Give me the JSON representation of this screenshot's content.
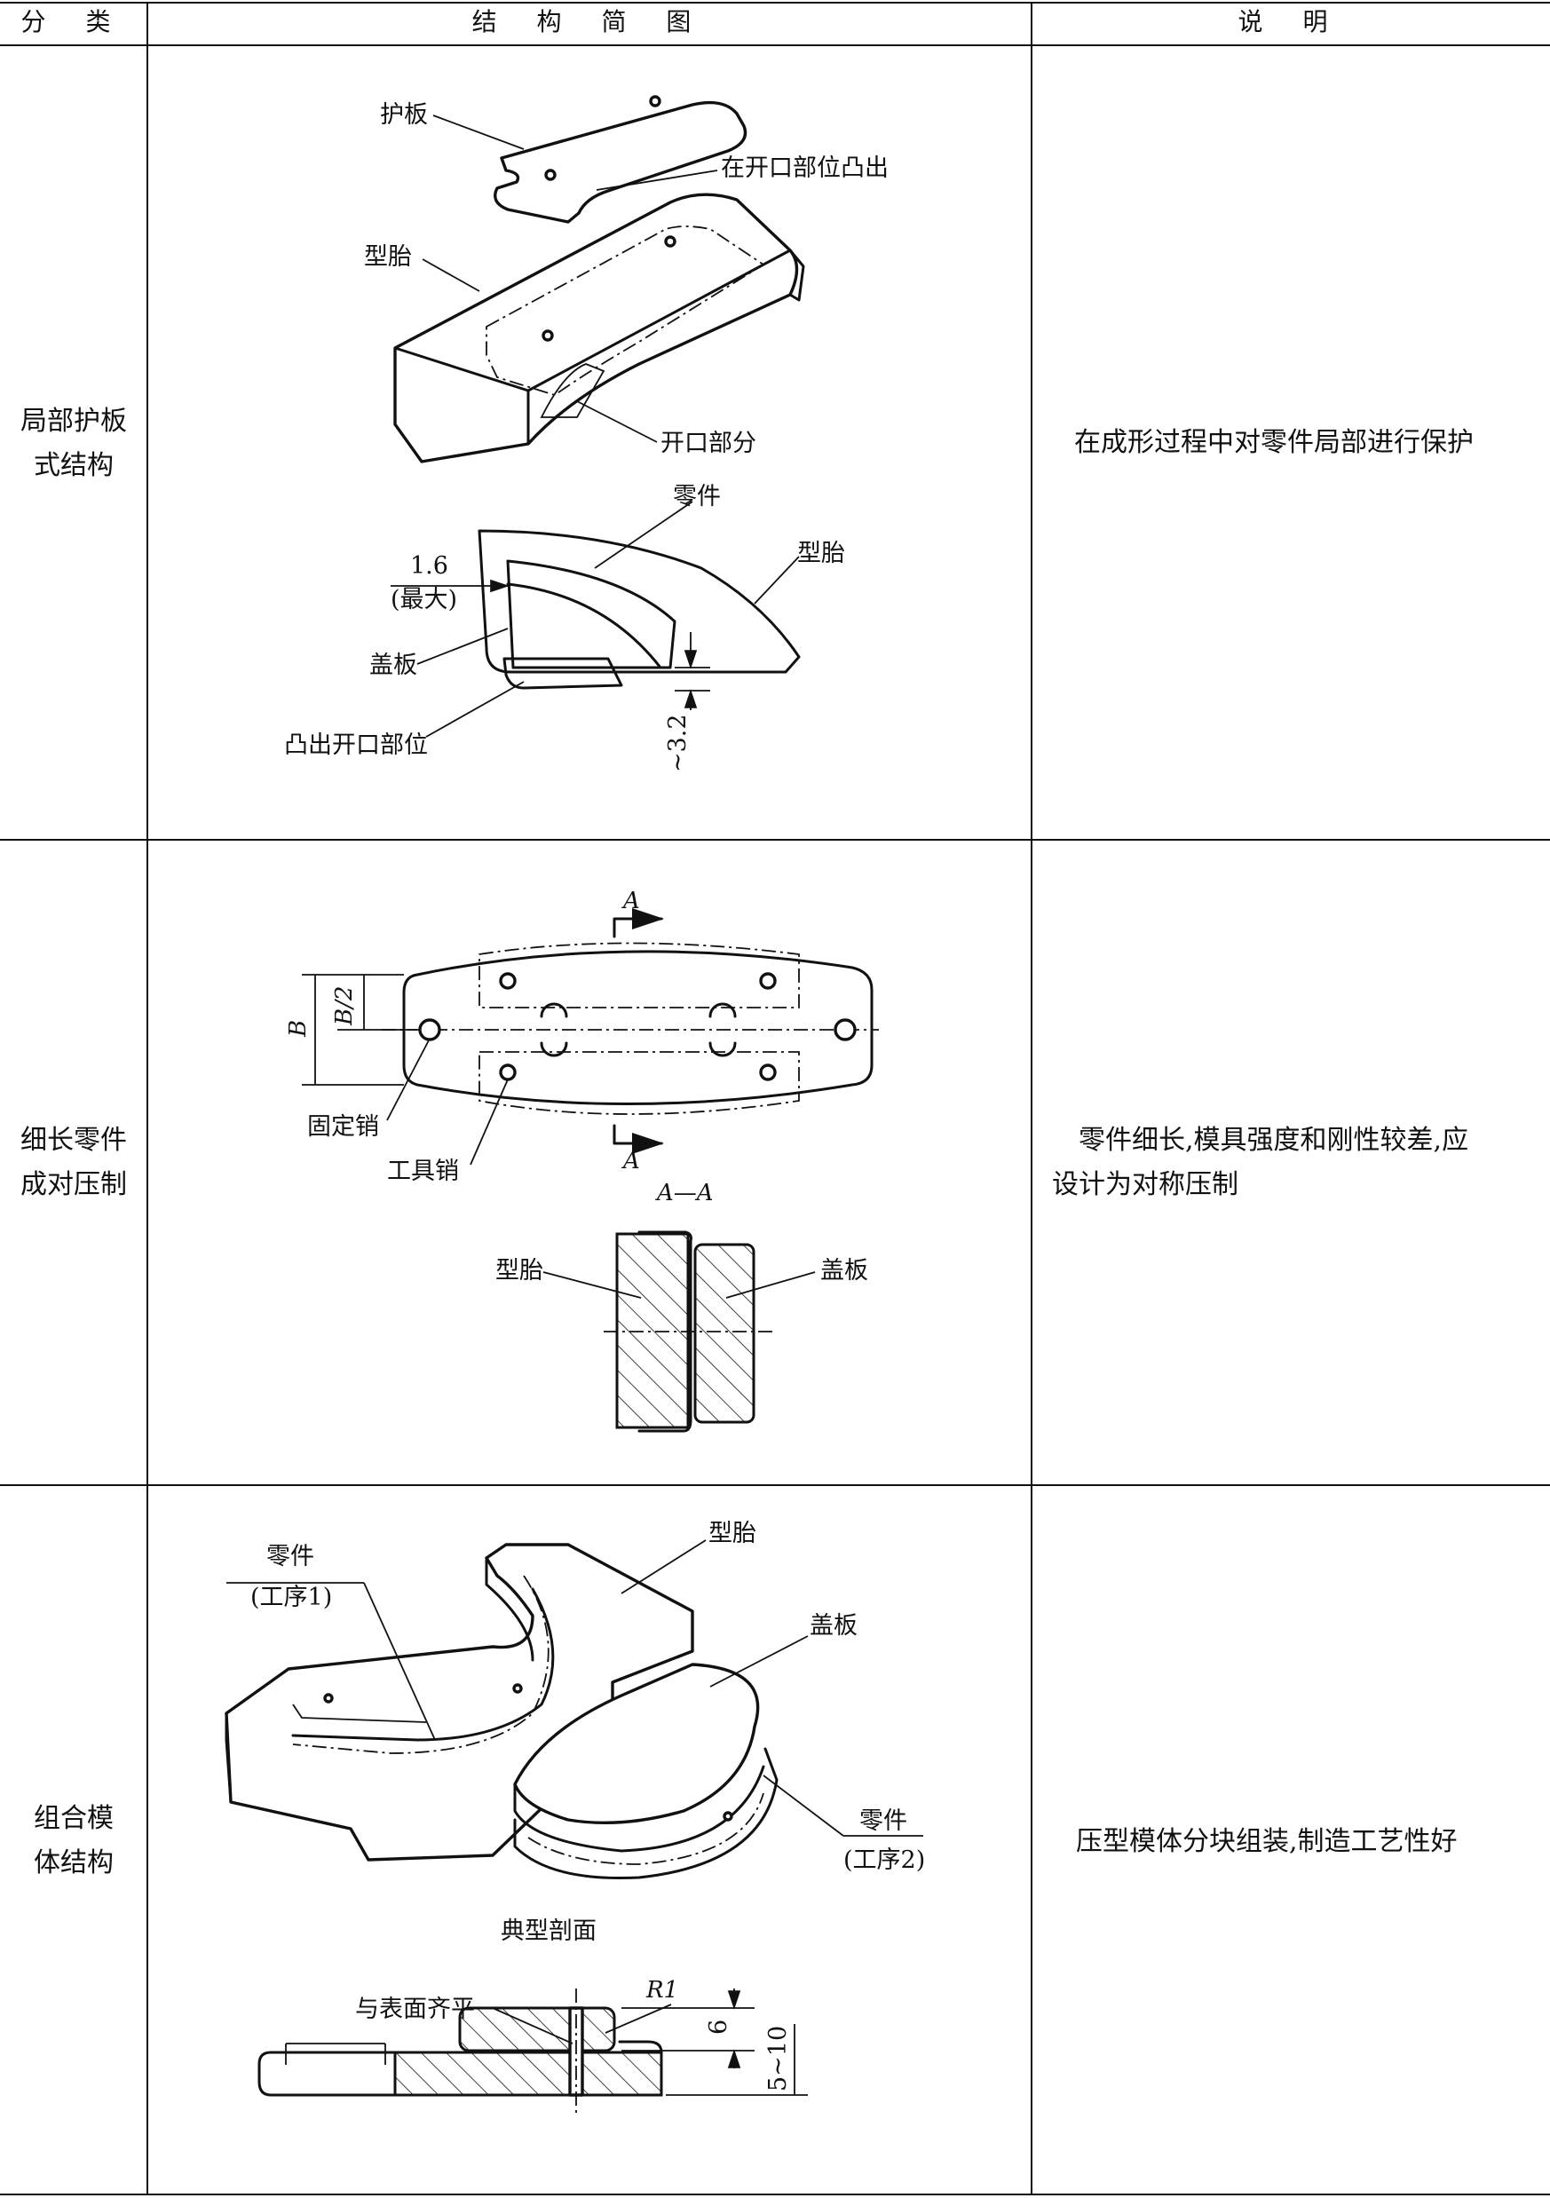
{
  "header": {
    "category": "分  类",
    "diagram": "结  构  简  图",
    "description": "说  明"
  },
  "rows": [
    {
      "category_lines": [
        "局部护板",
        "式结构"
      ],
      "description_lines": [
        "在成形过程中对零件局部进行保护"
      ],
      "labels": {
        "guard_plate": "护板",
        "protrude_at_opening": "在开口部位凸出",
        "form_block": "型胎",
        "opening_part": "开口部分",
        "part": "零件",
        "form_block_2": "型胎",
        "dim_value": "1.6",
        "dim_note": "(最大)",
        "cover_plate": "盖板",
        "protrude_opening_position": "凸出开口部位",
        "dim_small": "~3.2"
      }
    },
    {
      "category_lines": [
        "细长零件",
        "成对压制"
      ],
      "description_lines": [
        "零件细长,模具强度和刚性较差,应",
        "设计为对称压制"
      ],
      "labels": {
        "section_mark_top": "A",
        "section_mark_bottom": "A",
        "dim_b": "B",
        "dim_b_half": "B/2",
        "fixed_pin": "固定销",
        "tool_pin": "工具销",
        "section_title": "A—A",
        "form_block": "型胎",
        "cover_plate": "盖板"
      }
    },
    {
      "category_lines": [
        "组合模",
        "体结构"
      ],
      "description_lines": [
        "压型模体分块组装,制造工艺性好"
      ],
      "labels": {
        "form_block": "型胎",
        "part_step1": "零件",
        "step1": "(工序1)",
        "cover_plate": "盖板",
        "part_step2": "零件",
        "step2": "(工序2)",
        "typical_section": "典型剖面",
        "flush_with_surface": "与表面齐平",
        "radius": "R1",
        "dim_6": "6",
        "dim_5_10": "5~10"
      }
    }
  ]
}
